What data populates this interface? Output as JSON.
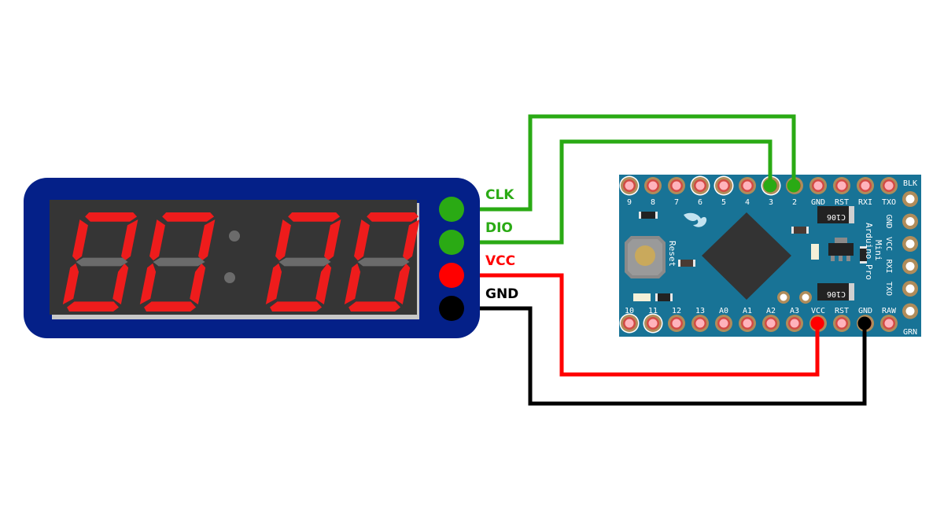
{
  "display_module": {
    "digits": [
      "8",
      "8",
      "8",
      "8"
    ],
    "lit_segments": [
      "a",
      "b",
      "c",
      "d",
      "e",
      "f"
    ],
    "unlit_segments": [
      "g"
    ],
    "shown_text": "00:00",
    "colors": {
      "body": "#042088",
      "face": "#353535",
      "segment_on": "#ee1c1c",
      "segment_off": "#6b6b6b",
      "colon": "#6b6b6b"
    },
    "pins": [
      {
        "label": "CLK",
        "color": "#2aaa14"
      },
      {
        "label": "DIO",
        "color": "#2aaa14"
      },
      {
        "label": "VCC",
        "color": "#ff0000"
      },
      {
        "label": "GND",
        "color": "#000000"
      }
    ]
  },
  "board": {
    "name_line1": "Mini",
    "name_line2": "Arduino Pro",
    "reset_label": "Reset",
    "chip_labels": [
      "C106",
      "C106"
    ],
    "colors": {
      "pcb": "#187396",
      "pad": "#b08c5a",
      "pad_inner": "#d24a44",
      "pad_hole": "#ffb3bc",
      "mcu": "#333333"
    },
    "top_pins": [
      {
        "label": "9",
        "highlight": true
      },
      {
        "label": "8",
        "highlight": false
      },
      {
        "label": "7",
        "highlight": false
      },
      {
        "label": "6",
        "highlight": true
      },
      {
        "label": "5",
        "highlight": true
      },
      {
        "label": "4",
        "highlight": false
      },
      {
        "label": "3",
        "highlight": true,
        "wire": "DIO"
      },
      {
        "label": "2",
        "highlight": false,
        "wire": "CLK"
      },
      {
        "label": "GND",
        "highlight": false
      },
      {
        "label": "RST",
        "highlight": false
      },
      {
        "label": "RXI",
        "highlight": false
      },
      {
        "label": "TXO",
        "highlight": false
      }
    ],
    "bottom_pins": [
      {
        "label": "10",
        "highlight": true
      },
      {
        "label": "11",
        "highlight": true
      },
      {
        "label": "12",
        "highlight": false
      },
      {
        "label": "13",
        "highlight": false
      },
      {
        "label": "A0",
        "highlight": false
      },
      {
        "label": "A1",
        "highlight": false
      },
      {
        "label": "A2",
        "highlight": false
      },
      {
        "label": "A3",
        "highlight": false
      },
      {
        "label": "VCC",
        "highlight": false,
        "wire": "VCC"
      },
      {
        "label": "RST",
        "highlight": false
      },
      {
        "label": "GND",
        "highlight": false,
        "wire": "GND"
      },
      {
        "label": "RAW",
        "highlight": false
      }
    ],
    "side_pins": [
      {
        "label": "BLK"
      },
      {
        "label": "GND"
      },
      {
        "label": "VCC"
      },
      {
        "label": "RXI"
      },
      {
        "label": "TXO"
      },
      {
        "label": "GRN"
      }
    ]
  },
  "wires": [
    {
      "from": "CLK",
      "to": "2",
      "color": "#2aaa14"
    },
    {
      "from": "DIO",
      "to": "3",
      "color": "#2aaa14"
    },
    {
      "from": "VCC",
      "to": "VCC",
      "color": "#ff0000"
    },
    {
      "from": "GND",
      "to": "GND",
      "color": "#000000"
    }
  ]
}
